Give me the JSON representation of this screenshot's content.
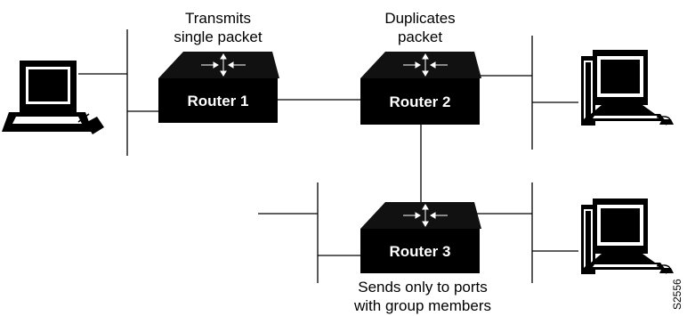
{
  "routers": [
    {
      "id": "r1",
      "label": "Router 1"
    },
    {
      "id": "r2",
      "label": "Router 2"
    },
    {
      "id": "r3",
      "label": "Router 3"
    }
  ],
  "annotations": {
    "router1": "Transmits\nsingle packet",
    "router2": "Duplicates\npacket",
    "router3": "Sends only to ports\nwith group members"
  },
  "figure_id": "S2556",
  "colors": {
    "line": "#000000",
    "router_body": "#000000",
    "router_top": "#1a1a1a",
    "label": "#ffffff"
  }
}
